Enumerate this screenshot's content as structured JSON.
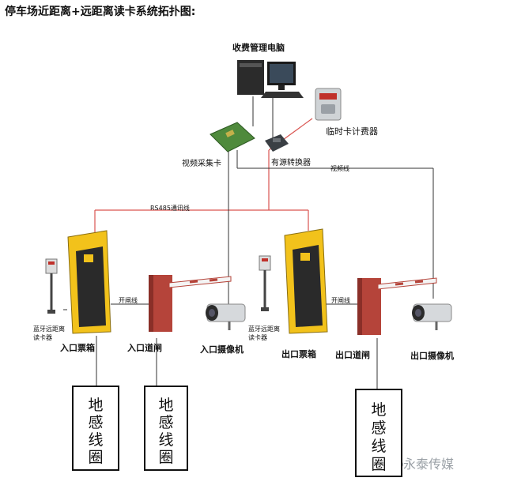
{
  "title": "停车场近距离+远距离读卡系统拓扑图:",
  "labels": {
    "pc": "收费管理电脑",
    "temp_card_charger": "临时卡计费器",
    "video_card": "视频采集卡",
    "converter": "有源转换器",
    "video_line": "视频线",
    "rs485": "RS485通讯线",
    "open_gate_line": "开闸线",
    "bt_reader": "蓝牙远距离读卡器",
    "entry_ticket_box": "入口票箱",
    "entry_gate": "入口道闸",
    "entry_camera": "入口摄像机",
    "exit_ticket_box": "出口票箱",
    "exit_gate": "出口道闸",
    "exit_camera": "出口摄像机",
    "loop": [
      "地",
      "感",
      "线",
      "圈"
    ]
  },
  "watermark": "永泰传媒",
  "colors": {
    "rs485_line": "#d9534f",
    "box_yellow": "#f2c21b",
    "box_dark": "#2a2a2a",
    "gate_red": "#b5443a"
  }
}
